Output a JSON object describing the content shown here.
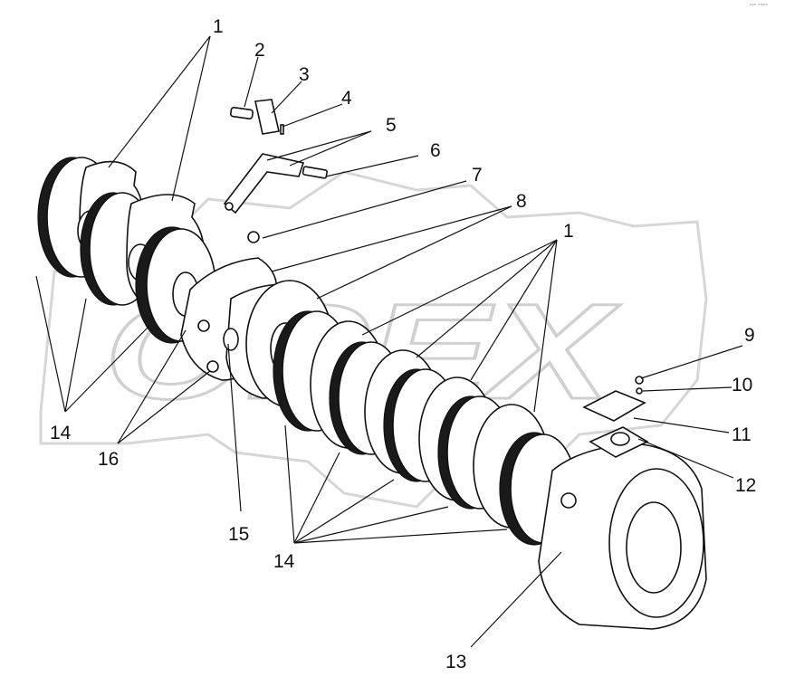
{
  "watermark": {
    "text": "OPEX"
  },
  "corner_mark": "ᵃʸᵉ ᵐᵃᵏᵉ",
  "callouts": [
    {
      "id": "label-1-top",
      "text": "1"
    },
    {
      "id": "label-2",
      "text": "2"
    },
    {
      "id": "label-3",
      "text": "3"
    },
    {
      "id": "label-4",
      "text": "4"
    },
    {
      "id": "label-5",
      "text": "5"
    },
    {
      "id": "label-6",
      "text": "6"
    },
    {
      "id": "label-7",
      "text": "7"
    },
    {
      "id": "label-8",
      "text": "8"
    },
    {
      "id": "label-1-right",
      "text": "1"
    },
    {
      "id": "label-9",
      "text": "9"
    },
    {
      "id": "label-10",
      "text": "10"
    },
    {
      "id": "label-11",
      "text": "11"
    },
    {
      "id": "label-12",
      "text": "12"
    },
    {
      "id": "label-13",
      "text": "13"
    },
    {
      "id": "label-14-left",
      "text": "14"
    },
    {
      "id": "label-16",
      "text": "16"
    },
    {
      "id": "label-15",
      "text": "15"
    },
    {
      "id": "label-14-bottom",
      "text": "14"
    }
  ]
}
